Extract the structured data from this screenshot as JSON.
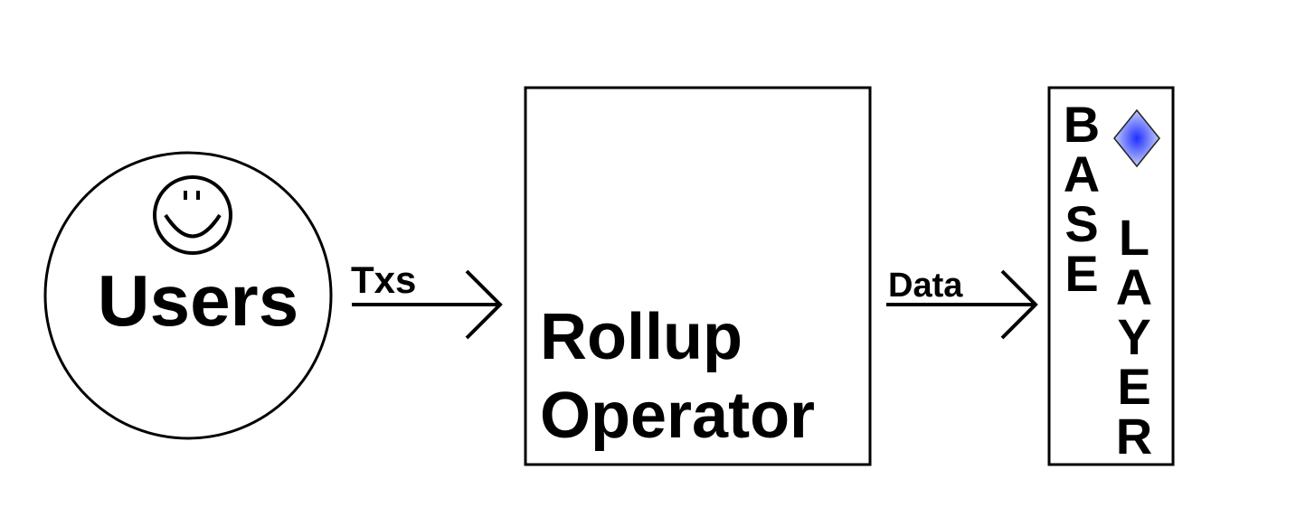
{
  "users": {
    "label": "Users",
    "icon": "smiley-icon"
  },
  "edges": {
    "users_to_operator": "Txs",
    "operator_to_base": "Data"
  },
  "operator": {
    "line1": "Rollup",
    "line2": "Operator"
  },
  "base_layer": {
    "letters_col1": [
      "B",
      "A",
      "S",
      "E"
    ],
    "letters_col2": [
      "L",
      "A",
      "Y",
      "E",
      "R"
    ],
    "icon": "ethereum-diamond-icon"
  },
  "colors": {
    "stroke": "#000000",
    "diamond_center": "#1f2fff",
    "diamond_edge": "#c9d4f7"
  }
}
